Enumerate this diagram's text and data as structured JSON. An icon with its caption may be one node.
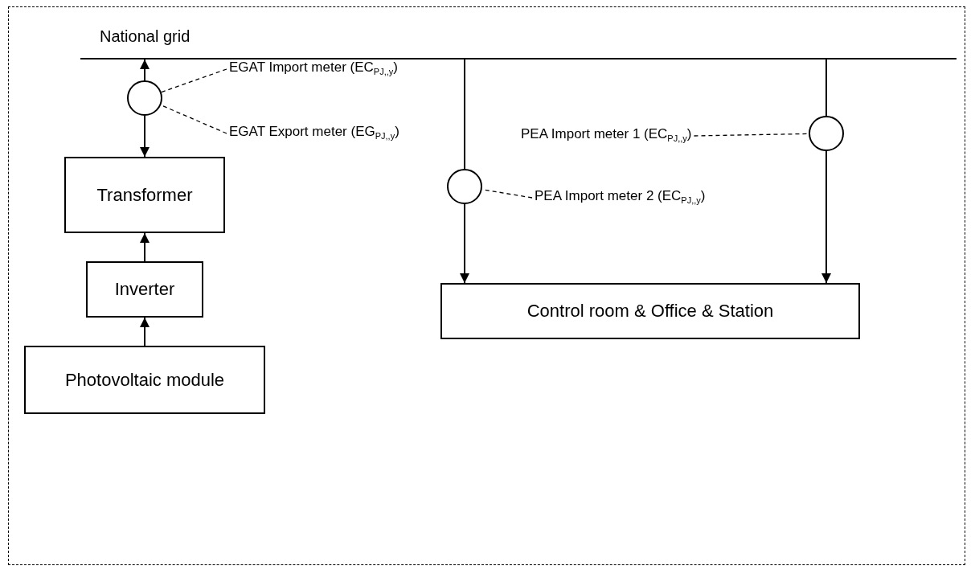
{
  "diagram": {
    "nodes": [
      {
        "text": [
          "National grid"
        ]
      },
      {
        "text": [],
        "shape": "circle"
      },
      {
        "text": [
          "Transformer"
        ]
      },
      {
        "text": [
          "Inverter"
        ]
      },
      {
        "text": [
          "Photovoltaic module"
        ]
      },
      {
        "text": [
          "EGAT Import meter (EC$_{PJ,,y}$)"
        ]
      },
      {
        "text": [
          "EGAT Export meter (EG$_{PJ,,y}$)"
        ]
      },
      {
        "text": [],
        "shape": "circle"
      },
      {
        "text": [
          "PEA Import meter 2 (EC$_{PJ,,y}$)"
        ]
      },
      {
        "text": [],
        "shape": "circle"
      },
      {
        "text": [
          "PEA Import meter 1 (EC$_{PJ,,y}$)"
        ]
      },
      {
        "text": [
          "Control room & Office & Station"
        ]
      }
    ],
    "edges": [
      {
        "from": 1,
        "to": 0,
        "arrow": "to"
      },
      {
        "from": 1,
        "to": 2,
        "arrow": "to"
      },
      {
        "from": 3,
        "to": 2,
        "arrow": "to"
      },
      {
        "from": 4,
        "to": 3,
        "arrow": "to"
      },
      {
        "from": 5,
        "to": 1,
        "arrow": "none",
        "style": "dashed"
      },
      {
        "from": 6,
        "to": 1,
        "arrow": "none",
        "style": "dashed"
      },
      {
        "from": 0,
        "to": 7,
        "arrow": "none"
      },
      {
        "from": 7,
        "to": 11,
        "arrow": "to"
      },
      {
        "from": 8,
        "to": 7,
        "arrow": "none",
        "style": "dashed"
      },
      {
        "from": 0,
        "to": 9,
        "arrow": "none"
      },
      {
        "from": 9,
        "to": 11,
        "arrow": "to"
      },
      {
        "from": 10,
        "to": 9,
        "arrow": "none",
        "style": "dashed"
      }
    ]
  }
}
